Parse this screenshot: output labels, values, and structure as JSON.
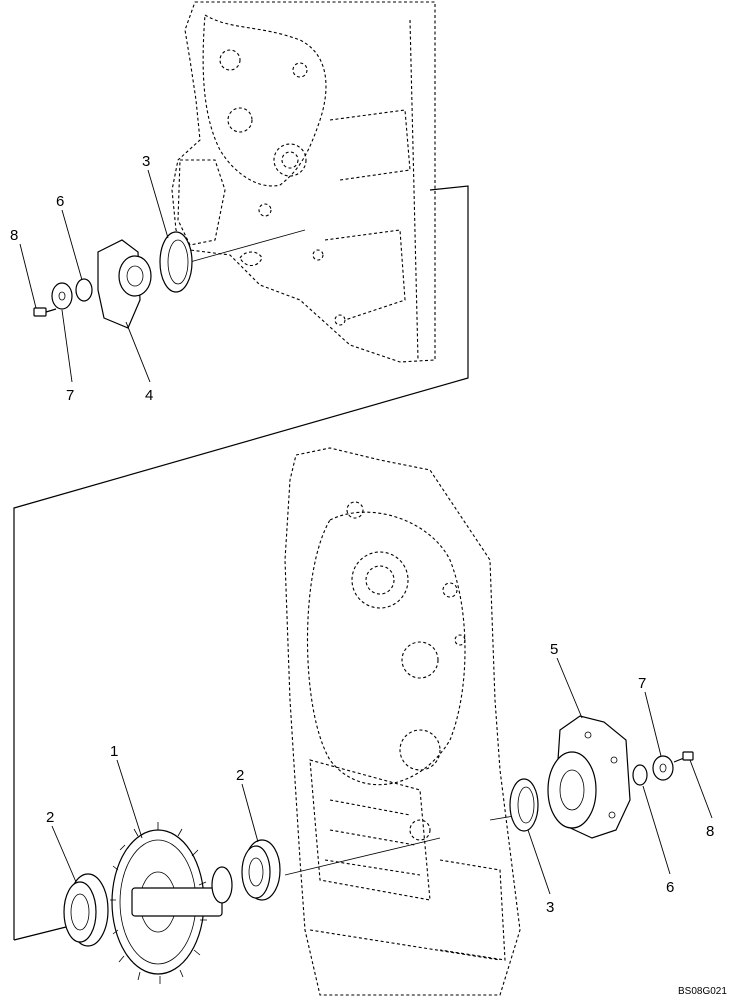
{
  "diagram": {
    "reference_code": "BS08G021",
    "callouts": [
      {
        "id": "upper-8",
        "label": "8"
      },
      {
        "id": "upper-6",
        "label": "6"
      },
      {
        "id": "upper-3",
        "label": "3"
      },
      {
        "id": "upper-7",
        "label": "7"
      },
      {
        "id": "upper-4",
        "label": "4"
      },
      {
        "id": "lower-1",
        "label": "1"
      },
      {
        "id": "lower-2-left",
        "label": "2"
      },
      {
        "id": "lower-2-mid",
        "label": "2"
      },
      {
        "id": "lower-5",
        "label": "5"
      },
      {
        "id": "lower-7",
        "label": "7"
      },
      {
        "id": "lower-8",
        "label": "8"
      },
      {
        "id": "lower-6",
        "label": "6"
      },
      {
        "id": "lower-3",
        "label": "3"
      }
    ]
  }
}
